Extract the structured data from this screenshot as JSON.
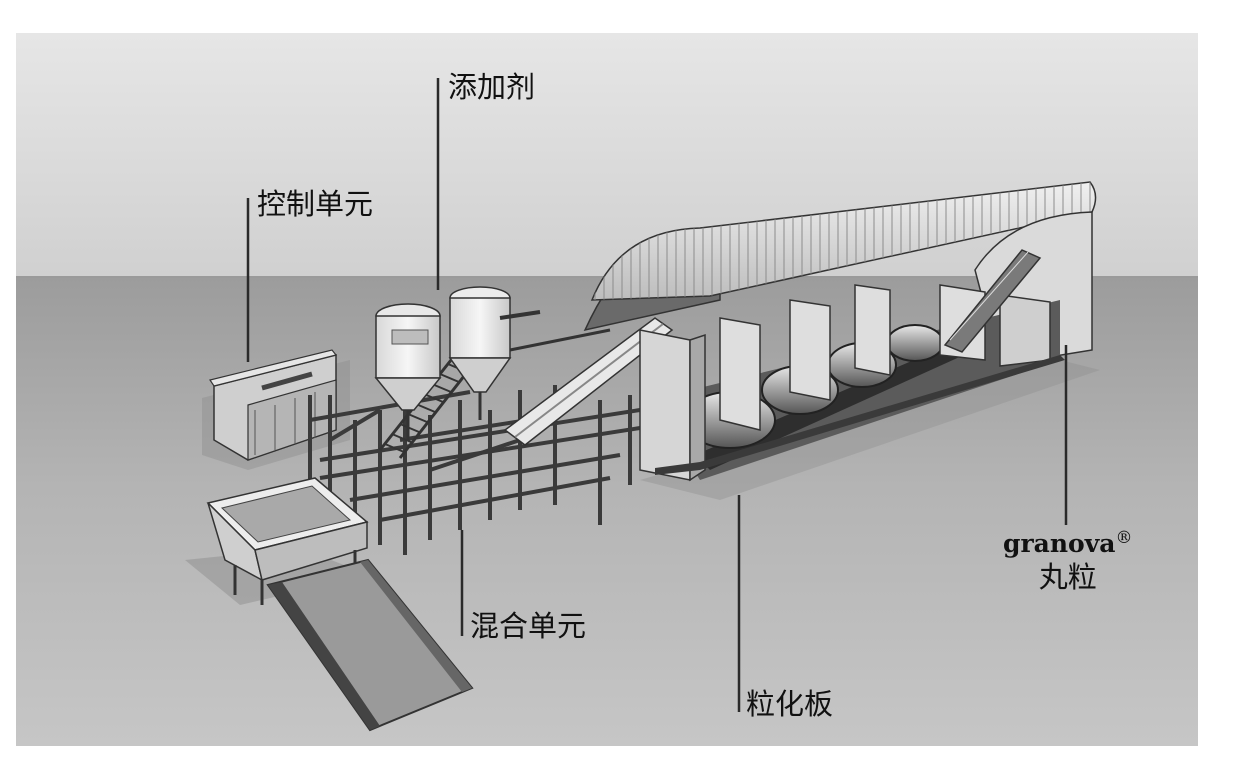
{
  "labels": {
    "additive": "添加剂",
    "control_unit": "控制单元",
    "mixing_unit": "混合单元",
    "granulating_plate": "粒化板",
    "brand": "granova",
    "registered_mark": "®",
    "pellet": "丸粒"
  },
  "colors": {
    "sky": "#d4d4d4",
    "ground": "#aeaeae",
    "frame": "#bdbdbd",
    "outline": "#2a2a2a"
  }
}
